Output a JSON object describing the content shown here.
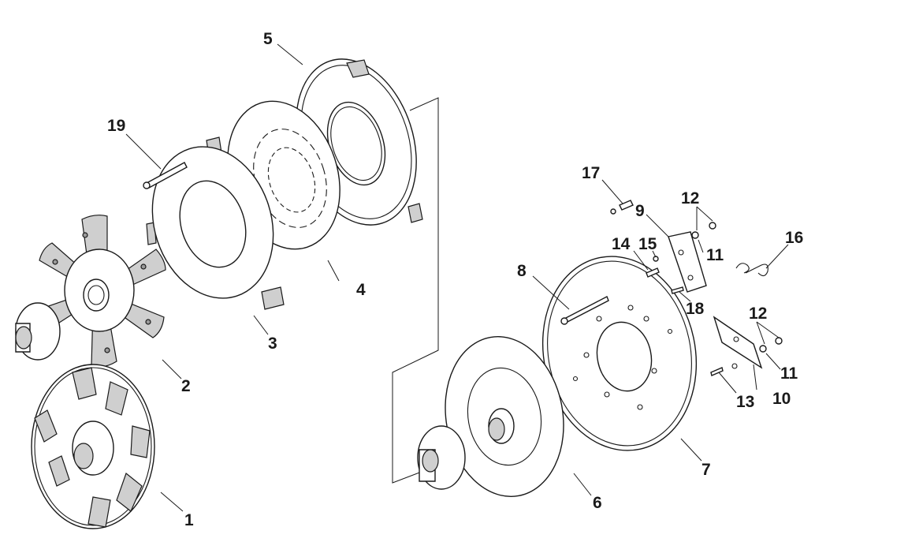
{
  "diagram": {
    "title": "Clutch assembly exploded view",
    "callouts": {
      "c1": "1",
      "c2": "2",
      "c3": "3",
      "c4": "4",
      "c5": "5",
      "c6": "6",
      "c7": "7",
      "c8": "8",
      "c9": "9",
      "c10": "10",
      "c11a": "11",
      "c11b": "11",
      "c12a": "12",
      "c12b": "12",
      "c13": "13",
      "c14": "14",
      "c15": "15",
      "c16": "16",
      "c17": "17",
      "c18": "18",
      "c19": "19"
    },
    "colors": {
      "line": "#1a1a1a",
      "fill": "#ffffff",
      "shade": "#cfcfcf"
    }
  }
}
